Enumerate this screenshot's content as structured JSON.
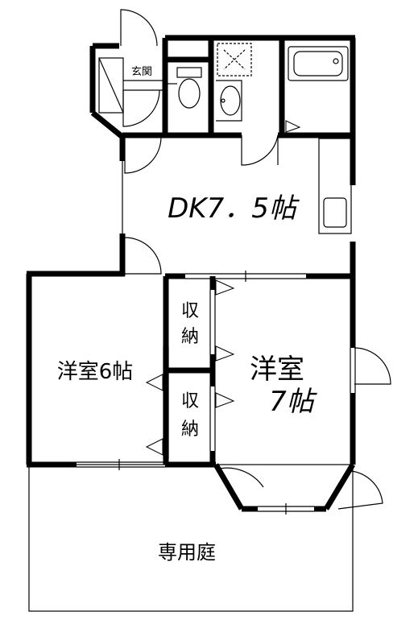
{
  "floor_plan": {
    "rooms": {
      "entrance": "玄関",
      "dining_kitchen": "DK7．5帖",
      "western_room_6": "洋室6帖",
      "western_room_7_line1": "洋室",
      "western_room_7_line2": "7帖",
      "storage_upper_line1": "収",
      "storage_upper_line2": "納",
      "storage_lower_line1": "収",
      "storage_lower_line2": "納",
      "private_garden": "専用庭"
    },
    "fixtures": [
      "toilet",
      "washbasin",
      "washing-machine-pan",
      "bathtub",
      "kitchen-sink"
    ],
    "colors": {
      "wall": "#000000",
      "background": "#ffffff"
    }
  }
}
